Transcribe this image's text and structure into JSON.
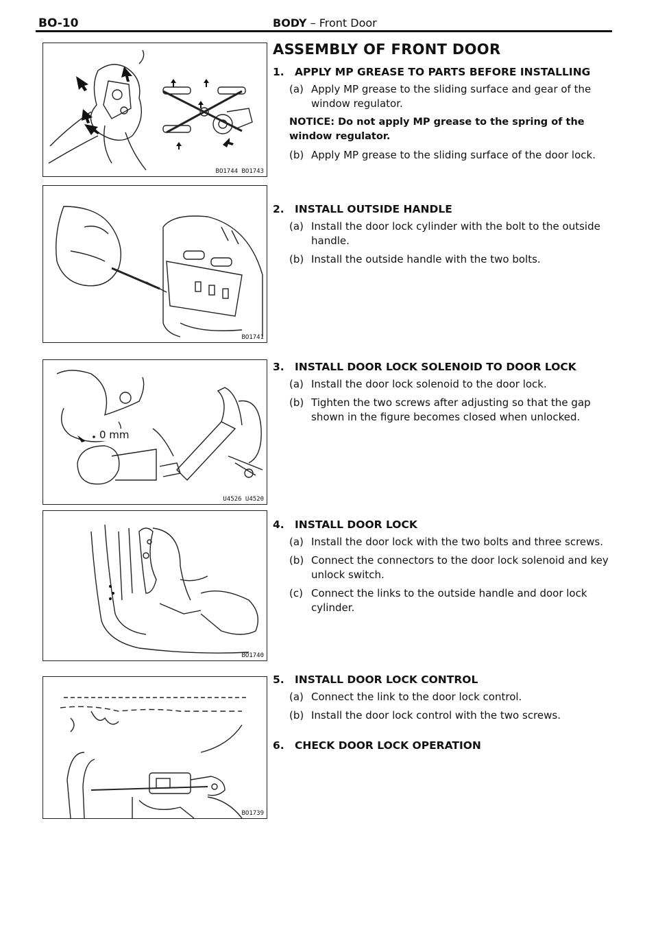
{
  "header": {
    "page_id": "BO-10",
    "section": "BODY",
    "separator": "–",
    "subsection": "Front Door"
  },
  "figures": [
    {
      "code": "BO1744 BO1743"
    },
    {
      "code": "BO1741"
    },
    {
      "code": "U4526 U4520",
      "label": "0 mm"
    },
    {
      "code": "BO1740"
    },
    {
      "code": "BO1739"
    }
  ],
  "main_title": "ASSEMBLY OF FRONT DOOR",
  "steps": [
    {
      "num": "1.",
      "title": "APPLY MP GREASE TO PARTS BEFORE INSTALLING",
      "a_label": "(a)",
      "a_text": "Apply MP grease to the sliding surface and gear of the window regulator.",
      "notice": "NOTICE: Do not apply MP grease to the spring of the window regulator.",
      "b_label": "(b)",
      "b_text": "Apply MP grease to the sliding surface of the door lock."
    },
    {
      "num": "2.",
      "title": "INSTALL OUTSIDE HANDLE",
      "a_label": "(a)",
      "a_text": "Install the door lock cylinder with the bolt to the outside handle.",
      "b_label": "(b)",
      "b_text": "Install the outside handle with the two bolts."
    },
    {
      "num": "3.",
      "title": "INSTALL DOOR LOCK SOLENOID TO DOOR LOCK",
      "a_label": "(a)",
      "a_text": "Install the door lock solenoid to the door lock.",
      "b_label": "(b)",
      "b_text": "Tighten the two screws after adjusting so that the gap shown in the figure becomes closed when unlocked."
    },
    {
      "num": "4.",
      "title": "INSTALL DOOR LOCK",
      "a_label": "(a)",
      "a_text": "Install the door lock with the two bolts and three screws.",
      "b_label": "(b)",
      "b_text": "Connect the connectors to the door lock solenoid and key unlock switch.",
      "c_label": "(c)",
      "c_text": "Connect the links to the outside handle and door lock cylinder."
    },
    {
      "num": "5.",
      "title": "INSTALL DOOR LOCK CONTROL",
      "a_label": "(a)",
      "a_text": "Connect the link to the door lock control.",
      "b_label": "(b)",
      "b_text": "Install the door lock control with the two screws."
    },
    {
      "num": "6.",
      "title": "CHECK DOOR LOCK OPERATION"
    }
  ]
}
